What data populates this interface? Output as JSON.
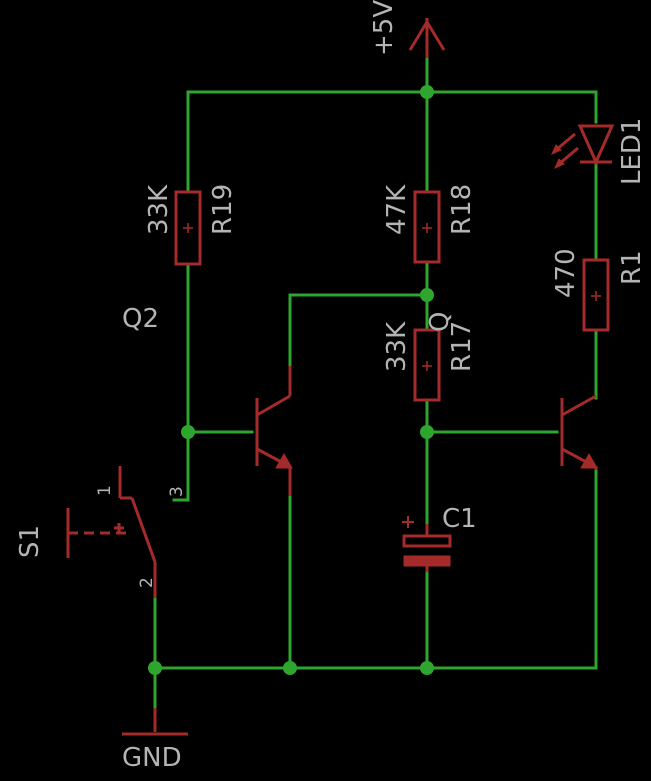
{
  "power": {
    "vcc": "+5V",
    "gnd": "GND"
  },
  "parts": {
    "r19": {
      "ref": "R19",
      "value": "33K"
    },
    "r18": {
      "ref": "R18",
      "value": "47K"
    },
    "r17": {
      "ref": "R17",
      "value": "33K"
    },
    "r1": {
      "ref": "R1",
      "value": "470"
    },
    "led1": {
      "ref": "LED1"
    },
    "c1": {
      "ref": "C1"
    },
    "s1": {
      "ref": "S1",
      "pin1": "1",
      "pin2": "2"
    },
    "q2": {
      "ref": "Q2",
      "pin3": "3"
    },
    "q1": {
      "ref": "Q"
    }
  },
  "colors": {
    "background": "#000000",
    "wire": "#2ea52e",
    "part": "#a52a2a",
    "text": "#b4b4b4"
  }
}
